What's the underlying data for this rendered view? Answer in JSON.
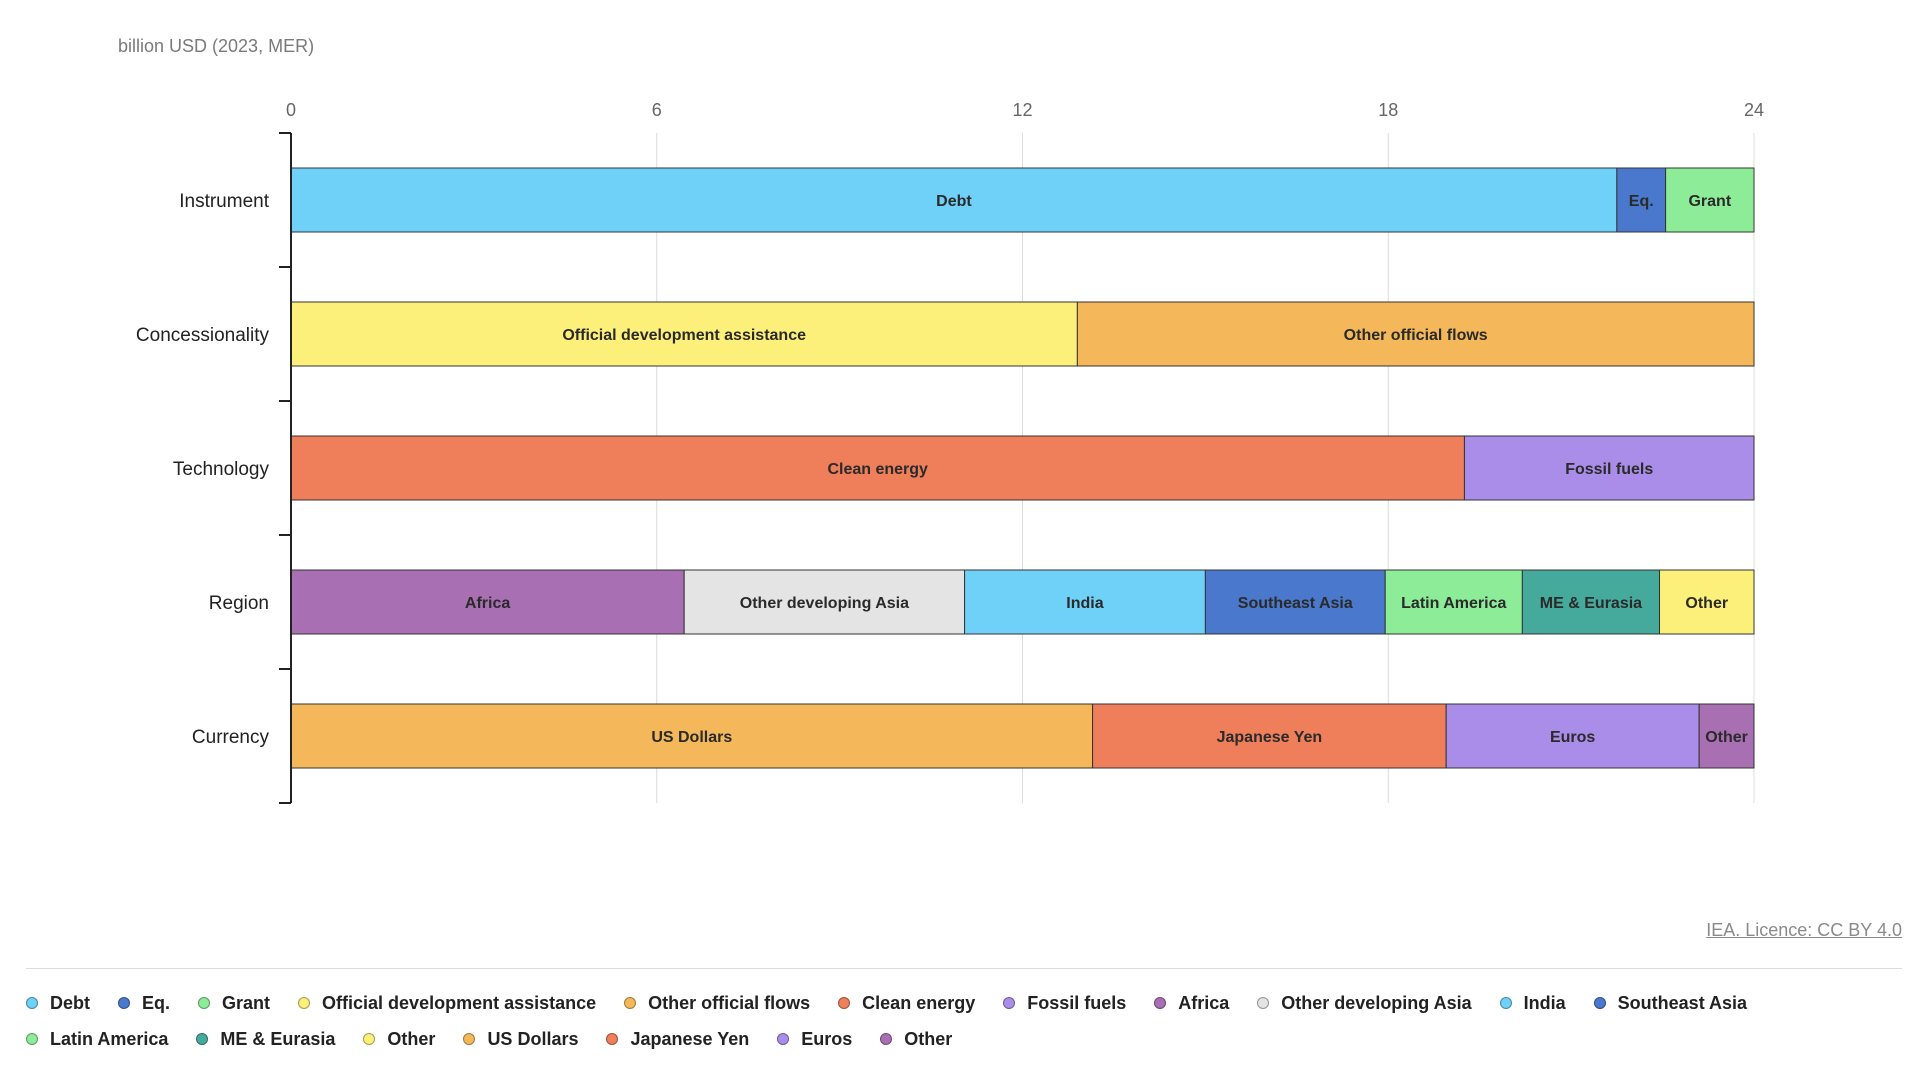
{
  "chart_data": {
    "type": "bar",
    "orientation": "horizontal",
    "stacked": true,
    "ylabel": "billion USD (2023, MER)",
    "xlim": [
      0,
      24
    ],
    "xticks": [
      0,
      6,
      12,
      18,
      24
    ],
    "grid": true,
    "legend_position": "bottom",
    "categories": [
      "Instrument",
      "Concessionality",
      "Technology",
      "Region",
      "Currency"
    ],
    "groups": [
      {
        "category": "Instrument",
        "segments": [
          {
            "name": "Debt",
            "value": 21.75,
            "color": "#6fd0f8"
          },
          {
            "name": "Eq.",
            "value": 0.8,
            "color": "#4a78cc"
          },
          {
            "name": "Grant",
            "value": 1.45,
            "color": "#8dec97"
          }
        ]
      },
      {
        "category": "Concessionality",
        "segments": [
          {
            "name": "Official development assistance",
            "value": 12.9,
            "color": "#fcf07b"
          },
          {
            "name": "Other official flows",
            "value": 11.1,
            "color": "#f4b85a"
          }
        ]
      },
      {
        "category": "Technology",
        "segments": [
          {
            "name": "Clean energy",
            "value": 19.25,
            "color": "#ef7f5a"
          },
          {
            "name": "Fossil fuels",
            "value": 4.75,
            "color": "#a98de8"
          }
        ]
      },
      {
        "category": "Region",
        "segments": [
          {
            "name": "Africa",
            "value": 6.45,
            "color": "#a86fb2"
          },
          {
            "name": "Other developing Asia",
            "value": 4.6,
            "color": "#e4e4e4"
          },
          {
            "name": "India",
            "value": 3.95,
            "color": "#6fd0f8"
          },
          {
            "name": "Southeast Asia",
            "value": 2.95,
            "color": "#4a78cc"
          },
          {
            "name": "Latin America",
            "value": 2.25,
            "color": "#8dec97"
          },
          {
            "name": "ME & Eurasia",
            "value": 2.25,
            "color": "#45aa9b"
          },
          {
            "name": "Other",
            "value": 1.55,
            "color": "#fcf07b"
          }
        ]
      },
      {
        "category": "Currency",
        "segments": [
          {
            "name": "US Dollars",
            "value": 13.15,
            "color": "#f4b85a"
          },
          {
            "name": "Japanese Yen",
            "value": 5.8,
            "color": "#ef7f5a"
          },
          {
            "name": "Euros",
            "value": 4.15,
            "color": "#a98de8"
          },
          {
            "name": "Other",
            "value": 0.9,
            "color": "#a86fb2"
          }
        ]
      }
    ]
  },
  "footer": {
    "licence_text": "IEA. Licence: CC BY 4.0"
  },
  "legend": [
    {
      "label": "Debt",
      "color": "#6fd0f8"
    },
    {
      "label": "Eq.",
      "color": "#4a78cc"
    },
    {
      "label": "Grant",
      "color": "#8dec97"
    },
    {
      "label": "Official development assistance",
      "color": "#fcf07b"
    },
    {
      "label": "Other official flows",
      "color": "#f4b85a"
    },
    {
      "label": "Clean energy",
      "color": "#ef7f5a"
    },
    {
      "label": "Fossil fuels",
      "color": "#a98de8"
    },
    {
      "label": "Africa",
      "color": "#a86fb2"
    },
    {
      "label": "Other developing Asia",
      "color": "#e4e4e4"
    },
    {
      "label": "India",
      "color": "#6fd0f8"
    },
    {
      "label": "Southeast Asia",
      "color": "#4a78cc"
    },
    {
      "label": "Latin America",
      "color": "#8dec97"
    },
    {
      "label": "ME & Eurasia",
      "color": "#45aa9b"
    },
    {
      "label": "Other",
      "color": "#fcf07b"
    },
    {
      "label": "US Dollars",
      "color": "#f4b85a"
    },
    {
      "label": "Japanese Yen",
      "color": "#ef7f5a"
    },
    {
      "label": "Euros",
      "color": "#a98de8"
    },
    {
      "label": "Other",
      "color": "#a86fb2"
    }
  ]
}
